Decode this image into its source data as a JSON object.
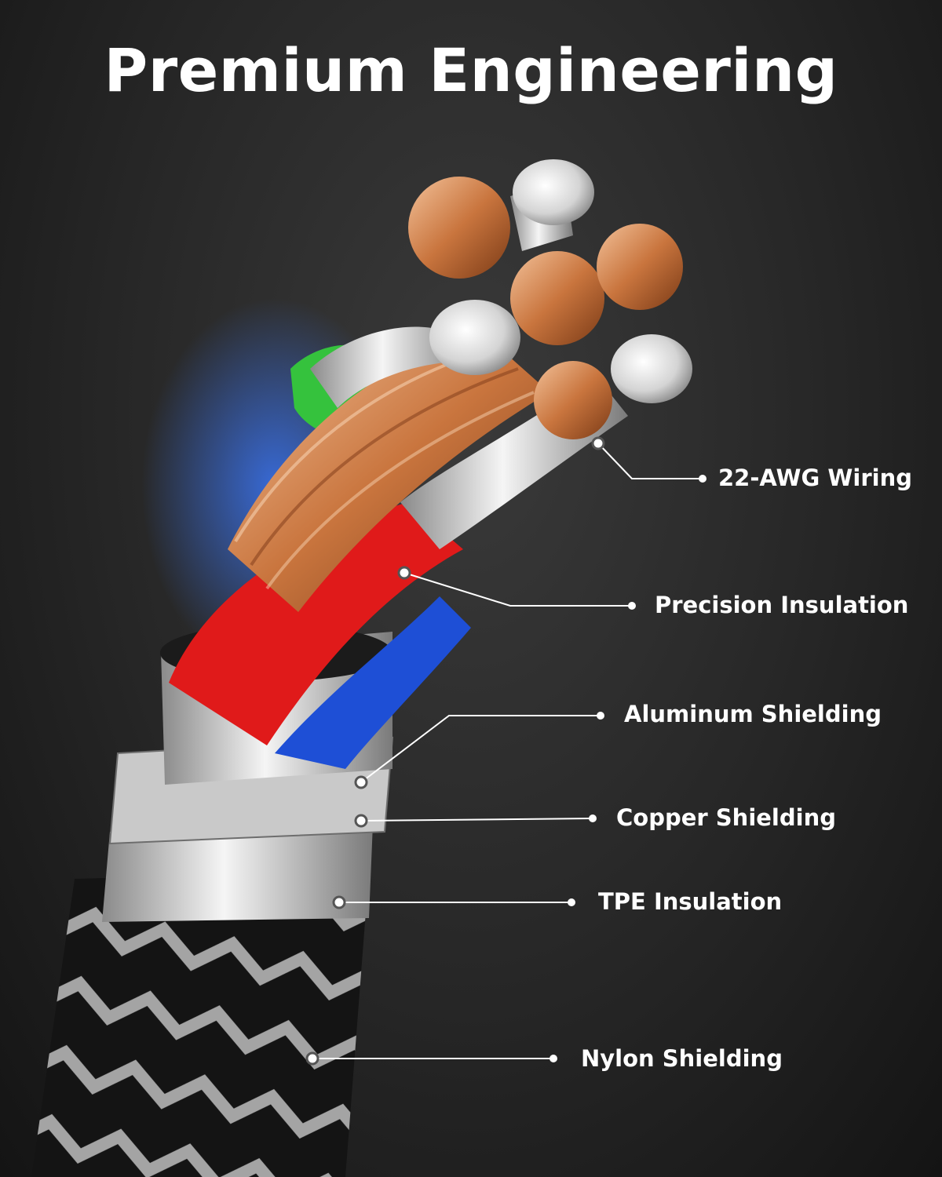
{
  "headline": "Premium Engineering",
  "callouts": [
    {
      "text": "22-AWG Wiring"
    },
    {
      "text": "Precision Insulation"
    },
    {
      "text": "Aluminum Shielding"
    },
    {
      "text": "Copper Shielding"
    },
    {
      "text": "TPE Insulation"
    },
    {
      "text": "Nylon Shielding"
    }
  ],
  "colors": {
    "background": "#262626",
    "text": "#ffffff",
    "copper": "#c77a45",
    "silver": "#d8d8d8",
    "red_insulation": "#e01a1a",
    "green_insulation": "#35c23d",
    "blue_insulation": "#1e4fd6"
  }
}
